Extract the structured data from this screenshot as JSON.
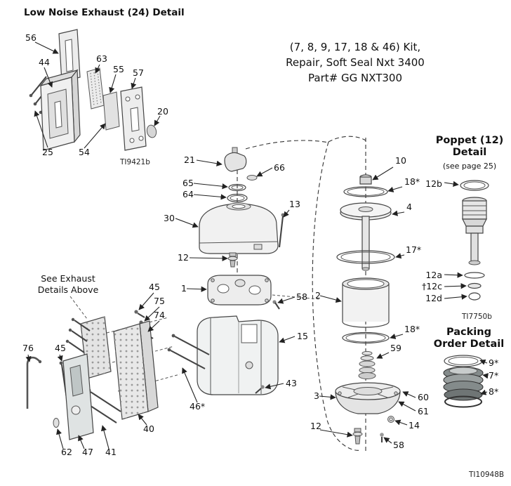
{
  "titles": {
    "exhaust_detail": "Low Noise Exhaust (24) Detail",
    "kit_line1": "(7, 8, 9, 17, 18 & 46) Kit,",
    "kit_line2": "Repair, Soft Seal Nxt 3400",
    "kit_line3": "Part# GG NXT300",
    "see_exhaust_1": "See Exhaust",
    "see_exhaust_2": "Details Above",
    "poppet_1": "Poppet (12)",
    "poppet_2": "Detail",
    "poppet_note": "(see page 25)",
    "packing_1": "Packing",
    "packing_2": "Order Detail"
  },
  "figure_refs": {
    "exhaust": "TI9421b",
    "poppet": "TI7750b",
    "sheet": "TI10948B"
  },
  "callouts": {
    "exhaust": [
      "56",
      "44",
      "63",
      "55",
      "57",
      "20",
      "25",
      "54"
    ],
    "center": [
      "21",
      "66",
      "65",
      "64",
      "30",
      "13",
      "12",
      "1",
      "58",
      "2",
      "15",
      "43",
      "46*",
      "3",
      "12",
      "58",
      "14",
      "60",
      "61",
      "59",
      "18*",
      "17*",
      "4",
      "10",
      "18*"
    ],
    "left": [
      "45",
      "75",
      "74",
      "76",
      "45",
      "40",
      "41",
      "47",
      "62"
    ],
    "poppet": [
      "12b",
      "12a",
      "†12c",
      "12d"
    ],
    "packing": [
      "9*",
      "7*",
      "8*"
    ]
  }
}
